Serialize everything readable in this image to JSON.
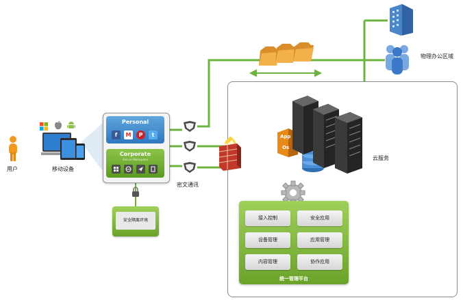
{
  "labels": {
    "user": "用户",
    "mobile_devices": "移动设备",
    "encrypted_comm": "密文通讯",
    "physical_office": "物理办公区域",
    "cloud_service": "云服务"
  },
  "workspace": {
    "personal": {
      "title": "Personal"
    },
    "corporate": {
      "title": "Corporate",
      "subtitle": "Secure Workspace"
    },
    "personal_apps": [
      "f",
      "M",
      "P",
      "t"
    ]
  },
  "isolation_env": "安全隔离环境",
  "app_os": {
    "line1": "App",
    "line2": "Os"
  },
  "platform": {
    "title": "统一管理平台",
    "modules": [
      "接入控制",
      "安全应用",
      "设备管理",
      "应用管理",
      "内容管理",
      "协作应用"
    ]
  },
  "colors": {
    "line_green": "#6db33f",
    "personal_blue": "#3a86cc",
    "corporate_green": "#6aa22a",
    "user_orange": "#f29a1f",
    "building_blue": "#4a86c8",
    "people_blue": "#5b94d6",
    "people_green": "#7ac143"
  },
  "icons": [
    "windows-icon",
    "apple-icon",
    "android-icon",
    "facebook-icon",
    "gmail-icon",
    "pinterest-icon",
    "twitter-icon",
    "lock-icon",
    "shield-icon",
    "firewall-icon",
    "gear-icon",
    "folder-icon",
    "server-rack-icon",
    "database-icon",
    "building-icon",
    "people-icon",
    "person-icon"
  ]
}
